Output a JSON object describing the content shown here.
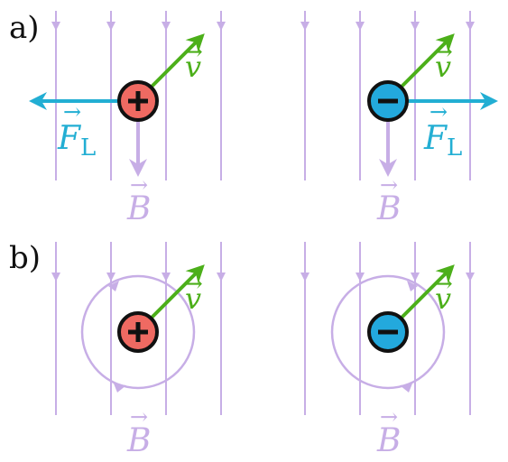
{
  "panels": {
    "a": {
      "label": "a)"
    },
    "b": {
      "label": "b)"
    }
  },
  "symbols": {
    "velocity": "v",
    "field": "B",
    "force": "F",
    "force_subscript": "L",
    "vector_arrow": "⃗"
  },
  "charges": {
    "positive_sign": "+",
    "negative_sign": "−"
  },
  "colors": {
    "field": "#c7aee6",
    "velocity": "#4caf1a",
    "force": "#22aed3",
    "positive": "#ef6a62",
    "negative": "#23a9dd",
    "outline": "#111111"
  }
}
